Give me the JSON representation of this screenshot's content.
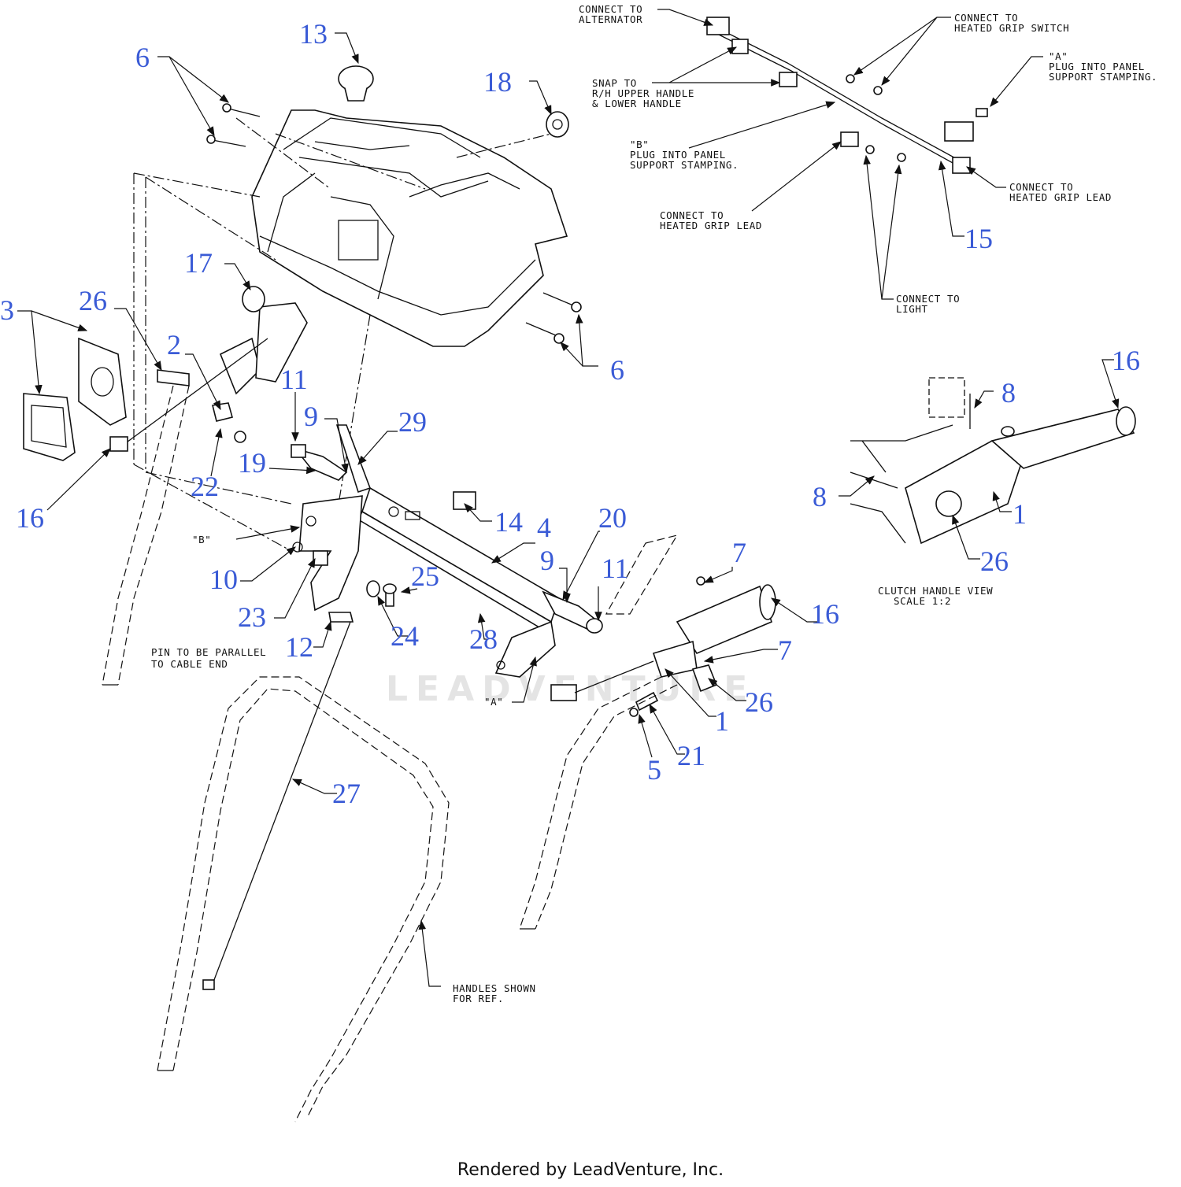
{
  "callouts": [
    "13",
    "6",
    "18",
    "17",
    "26",
    "3",
    "2",
    "11",
    "9",
    "29",
    "19",
    "22",
    "16",
    "10",
    "23",
    "12",
    "14",
    "4",
    "20",
    "9",
    "11",
    "25",
    "24",
    "28",
    "7",
    "16",
    "7",
    "26",
    "1",
    "21",
    "5",
    "27",
    "15",
    "6",
    "16",
    "8",
    "8",
    "1",
    "26"
  ],
  "notes": {
    "alternator": [
      "CONNECT TO",
      "ALTERNATOR"
    ],
    "heated_switch": [
      "CONNECT TO",
      "HEATED GRIP SWITCH"
    ],
    "plug_a": [
      "\"A\"",
      "PLUG INTO PANEL",
      "SUPPORT STAMPING."
    ],
    "snap": [
      "SNAP TO",
      "R/H  UPPER HANDLE",
      "& LOWER HANDLE"
    ],
    "plug_b": [
      "\"B\"",
      "PLUG INTO PANEL",
      "SUPPORT STAMPING."
    ],
    "heated_lead_right": [
      "CONNECT TO",
      "HEATED GRIP LEAD"
    ],
    "heated_lead_left": [
      "CONNECT TO",
      "HEATED GRIP LEAD"
    ],
    "light": [
      "CONNECT TO",
      "LIGHT"
    ],
    "clutch": [
      "CLUTCH HANDLE VIEW",
      "SCALE 1:2"
    ],
    "pin": [
      "PIN TO BE PARALLEL",
      "TO CABLE END"
    ],
    "handles": [
      "HANDLES SHOWN",
      "FOR REF."
    ],
    "ref_b": "\"B\"",
    "ref_a": "\"A\""
  },
  "watermark": "LEADVENTURE",
  "footer": "Rendered by LeadVenture, Inc.",
  "colors": {
    "callout": "#3a5bd6",
    "line": "#111111"
  }
}
